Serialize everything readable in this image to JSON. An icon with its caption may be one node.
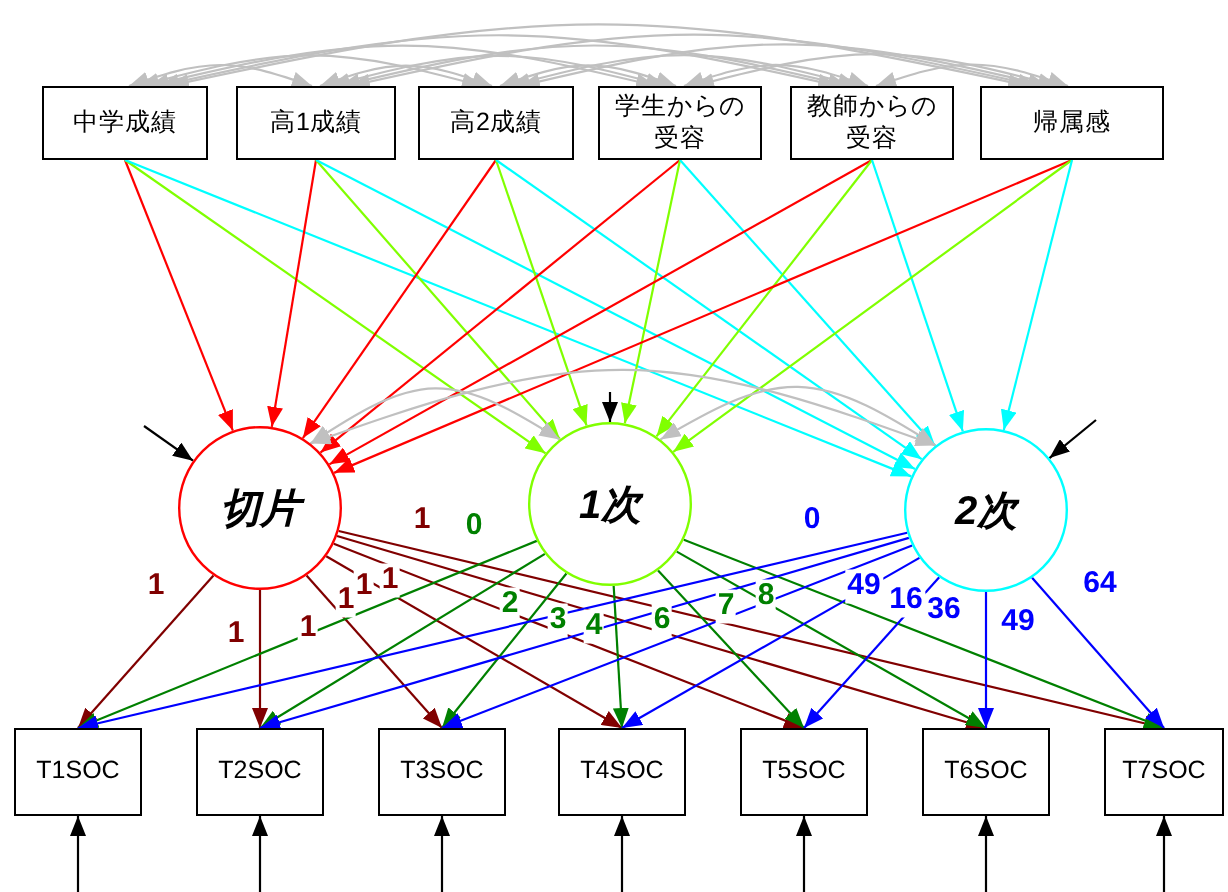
{
  "diagram": {
    "nodes": [
      {
        "text": [
          "中学成績"
        ]
      },
      {
        "text": [
          "高1成績"
        ]
      },
      {
        "text": [
          "高2成績"
        ]
      },
      {
        "text": [
          "学生からの受容"
        ]
      },
      {
        "text": [
          "教師からの受容"
        ]
      },
      {
        "text": [
          "帰属感"
        ]
      },
      {
        "text": [
          "切片"
        ]
      },
      {
        "text": [
          "1次"
        ]
      },
      {
        "text": [
          "2次"
        ]
      },
      {
        "text": [
          "T1SOC"
        ]
      },
      {
        "text": [
          "T2SOC"
        ]
      },
      {
        "text": [
          "T3SOC"
        ]
      },
      {
        "text": [
          "T4SOC"
        ]
      },
      {
        "text": [
          "T5SOC"
        ]
      },
      {
        "text": [
          "T6SOC"
        ]
      },
      {
        "text": [
          "T7SOC"
        ]
      }
    ],
    "edges": [
      {
        "from": 0,
        "to": 1,
        "arrow": "both",
        "color": "#c0c0c0"
      },
      {
        "from": 0,
        "to": 2,
        "arrow": "both",
        "color": "#c0c0c0"
      },
      {
        "from": 0,
        "to": 3,
        "arrow": "both",
        "color": "#c0c0c0"
      },
      {
        "from": 0,
        "to": 4,
        "arrow": "both",
        "color": "#c0c0c0"
      },
      {
        "from": 0,
        "to": 5,
        "arrow": "both",
        "color": "#c0c0c0"
      },
      {
        "from": 1,
        "to": 2,
        "arrow": "both",
        "color": "#c0c0c0"
      },
      {
        "from": 1,
        "to": 3,
        "arrow": "both",
        "color": "#c0c0c0"
      },
      {
        "from": 1,
        "to": 4,
        "arrow": "both",
        "color": "#c0c0c0"
      },
      {
        "from": 1,
        "to": 5,
        "arrow": "both",
        "color": "#c0c0c0"
      },
      {
        "from": 2,
        "to": 3,
        "arrow": "both",
        "color": "#c0c0c0"
      },
      {
        "from": 2,
        "to": 4,
        "arrow": "both",
        "color": "#c0c0c0"
      },
      {
        "from": 2,
        "to": 5,
        "arrow": "both",
        "color": "#c0c0c0"
      },
      {
        "from": 3,
        "to": 4,
        "arrow": "both",
        "color": "#c0c0c0"
      },
      {
        "from": 3,
        "to": 5,
        "arrow": "both",
        "color": "#c0c0c0"
      },
      {
        "from": 4,
        "to": 5,
        "arrow": "both",
        "color": "#c0c0c0"
      },
      {
        "from": 0,
        "to": 6,
        "arrow": "to",
        "color": "#ff0000"
      },
      {
        "from": 0,
        "to": 7,
        "arrow": "to",
        "color": "#80ff00"
      },
      {
        "from": 0,
        "to": 8,
        "arrow": "to",
        "color": "#00ffff"
      },
      {
        "from": 1,
        "to": 6,
        "arrow": "to",
        "color": "#ff0000"
      },
      {
        "from": 1,
        "to": 7,
        "arrow": "to",
        "color": "#80ff00"
      },
      {
        "from": 1,
        "to": 8,
        "arrow": "to",
        "color": "#00ffff"
      },
      {
        "from": 2,
        "to": 6,
        "arrow": "to",
        "color": "#ff0000"
      },
      {
        "from": 2,
        "to": 7,
        "arrow": "to",
        "color": "#80ff00"
      },
      {
        "from": 2,
        "to": 8,
        "arrow": "to",
        "color": "#00ffff"
      },
      {
        "from": 3,
        "to": 6,
        "arrow": "to",
        "color": "#ff0000"
      },
      {
        "from": 3,
        "to": 7,
        "arrow": "to",
        "color": "#80ff00"
      },
      {
        "from": 3,
        "to": 8,
        "arrow": "to",
        "color": "#00ffff"
      },
      {
        "from": 4,
        "to": 6,
        "arrow": "to",
        "color": "#ff0000"
      },
      {
        "from": 4,
        "to": 7,
        "arrow": "to",
        "color": "#80ff00"
      },
      {
        "from": 4,
        "to": 8,
        "arrow": "to",
        "color": "#00ffff"
      },
      {
        "from": 5,
        "to": 6,
        "arrow": "to",
        "color": "#ff0000"
      },
      {
        "from": 5,
        "to": 7,
        "arrow": "to",
        "color": "#80ff00"
      },
      {
        "from": 5,
        "to": 8,
        "arrow": "to",
        "color": "#00ffff"
      },
      {
        "from": 6,
        "to": 7,
        "arrow": "both",
        "color": "#c0c0c0"
      },
      {
        "from": 7,
        "to": 8,
        "arrow": "both",
        "color": "#c0c0c0"
      },
      {
        "from": 6,
        "to": 8,
        "arrow": "both",
        "color": "#c0c0c0"
      },
      {
        "from": null,
        "to": 6,
        "arrow": "to",
        "color": "#000000"
      },
      {
        "from": null,
        "to": 7,
        "arrow": "to",
        "color": "#000000"
      },
      {
        "from": null,
        "to": 8,
        "arrow": "to",
        "color": "#000000"
      },
      {
        "from": 6,
        "to": 9,
        "arrow": "to",
        "label": "1",
        "color": "#800000"
      },
      {
        "from": 6,
        "to": 10,
        "arrow": "to",
        "label": "1",
        "color": "#800000"
      },
      {
        "from": 6,
        "to": 11,
        "arrow": "to",
        "label": "1",
        "color": "#800000"
      },
      {
        "from": 6,
        "to": 12,
        "arrow": "to",
        "label": "1",
        "color": "#800000"
      },
      {
        "from": 6,
        "to": 13,
        "arrow": "to",
        "label": "1",
        "color": "#800000"
      },
      {
        "from": 6,
        "to": 14,
        "arrow": "to",
        "label": "1",
        "color": "#800000"
      },
      {
        "from": 6,
        "to": 15,
        "arrow": "to",
        "label": "1",
        "color": "#800000"
      },
      {
        "from": 7,
        "to": 9,
        "arrow": "to",
        "label": "0",
        "color": "#008000"
      },
      {
        "from": 7,
        "to": 10,
        "arrow": "to",
        "label": "2",
        "color": "#008000"
      },
      {
        "from": 7,
        "to": 11,
        "arrow": "to",
        "label": "3",
        "color": "#008000"
      },
      {
        "from": 7,
        "to": 12,
        "arrow": "to",
        "label": "4",
        "color": "#008000"
      },
      {
        "from": 7,
        "to": 13,
        "arrow": "to",
        "label": "6",
        "color": "#008000"
      },
      {
        "from": 7,
        "to": 14,
        "arrow": "to",
        "label": "7",
        "color": "#008000"
      },
      {
        "from": 7,
        "to": 15,
        "arrow": "to",
        "label": "8",
        "color": "#008000"
      },
      {
        "from": 8,
        "to": 9,
        "arrow": "to",
        "label": "0",
        "color": "#0000ff"
      },
      {
        "from": 8,
        "to": 10,
        "arrow": "to",
        "label": "49",
        "color": "#0000ff"
      },
      {
        "from": 8,
        "to": 11,
        "arrow": "to",
        "color": "#0000ff"
      },
      {
        "from": 8,
        "to": 12,
        "arrow": "to",
        "label": "16",
        "color": "#0000ff"
      },
      {
        "from": 8,
        "to": 13,
        "arrow": "to",
        "label": "36",
        "color": "#0000ff"
      },
      {
        "from": 8,
        "to": 14,
        "arrow": "to",
        "label": "49",
        "color": "#0000ff"
      },
      {
        "from": 8,
        "to": 15,
        "arrow": "to",
        "label": "64",
        "color": "#0000ff"
      },
      {
        "from": null,
        "to": 9,
        "arrow": "to",
        "color": "#000000"
      },
      {
        "from": null,
        "to": 10,
        "arrow": "to",
        "color": "#000000"
      },
      {
        "from": null,
        "to": 11,
        "arrow": "to",
        "color": "#000000"
      },
      {
        "from": null,
        "to": 12,
        "arrow": "to",
        "color": "#000000"
      },
      {
        "from": null,
        "to": 13,
        "arrow": "to",
        "color": "#000000"
      },
      {
        "from": null,
        "to": 14,
        "arrow": "to",
        "color": "#000000"
      },
      {
        "from": null,
        "to": 15,
        "arrow": "to",
        "color": "#000000"
      }
    ]
  }
}
